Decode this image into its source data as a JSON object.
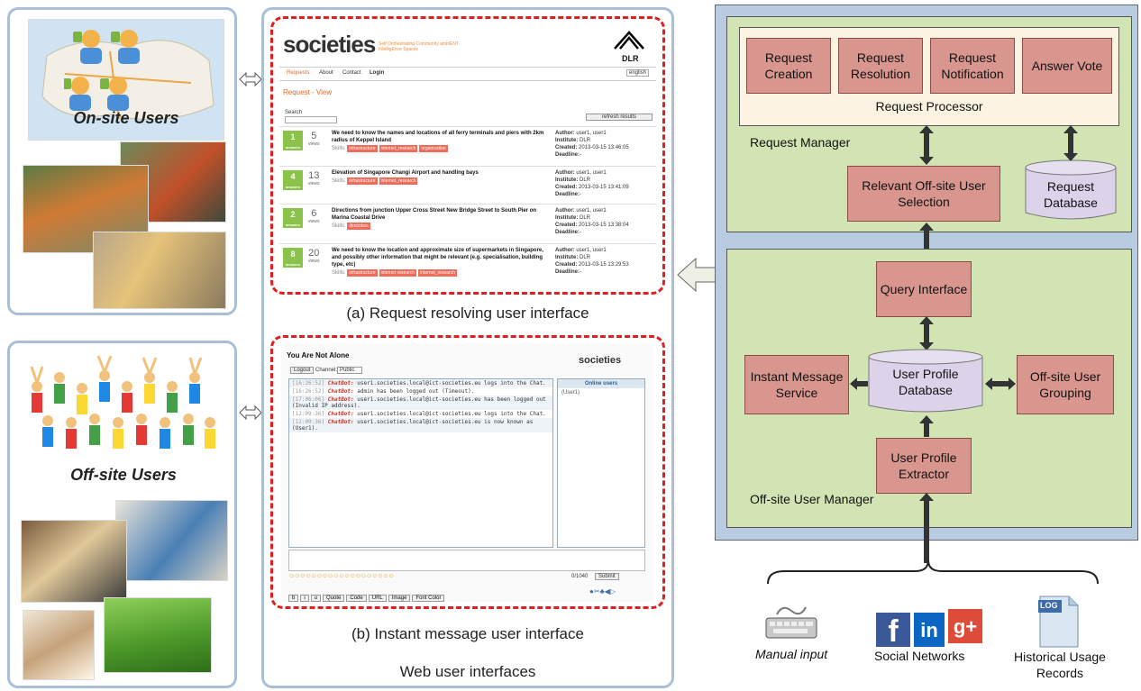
{
  "left": {
    "onsite_label": "On-site Users",
    "offsite_label": "Off-site Users"
  },
  "middle": {
    "caption_a": "(a) Request resolving user interface",
    "caption_b": "(b) Instant message user interface",
    "caption_group": "Web user interfaces",
    "request_ui": {
      "logo": "societies",
      "logo_sub": "Self Orchestrating Community ambiENT IntelligEnce Spaces",
      "dlr": "DLR",
      "nav": [
        "Requests",
        "About",
        "Contact",
        "Login"
      ],
      "lang": "english",
      "view_title": "Request - View",
      "search_label": "Search",
      "refresh_label": "refresh results",
      "rows": [
        {
          "answers": "1",
          "views": "5",
          "title": "We need to know the names and locations of all ferry terminals and piers with 2km radius of Keppel Island",
          "tags": [
            "infrastructure",
            "internet_research",
            "organisation"
          ],
          "author": "user1, user1",
          "institute": "DLR",
          "created": "2013-03-15 13:46:05",
          "deadline": "-"
        },
        {
          "answers": "4",
          "views": "13",
          "title": "Elevation of Singapore Changi Airport and handling bays",
          "tags": [
            "infrastructure",
            "internet_research"
          ],
          "author": "user1, user1",
          "institute": "DLR",
          "created": "2013-03-15 13:41:09",
          "deadline": "-"
        },
        {
          "answers": "2",
          "views": "6",
          "title": "Directions from junction Upper Cross Street New Bridge Street to South Pier on Marina Coastal Drive",
          "tags": [
            "directions"
          ],
          "author": "user1, user1",
          "institute": "DLR",
          "created": "2013-03-15 13:38:04",
          "deadline": "-"
        },
        {
          "answers": "8",
          "views": "20",
          "title": "We need to know the location and approximate size of supermarkets in Singapore, and possibly other information that might be relevant (e.g. specialisation, building type, etc)",
          "tags": [
            "infrastructure",
            "internet research",
            "internet_research"
          ],
          "author": "user1, user1",
          "institute": "DLR",
          "created": "2013-03-15 13:29:53",
          "deadline": "-"
        }
      ],
      "answers_word": "answers",
      "views_word": "views",
      "skills_word": "Skills:",
      "author_word": "Author:",
      "institute_word": "Institute:",
      "created_word": "Created:",
      "deadline_word": "Deadline:"
    },
    "chat_ui": {
      "title": "You Are Not Alone",
      "logo": "societies",
      "logout": "Logout",
      "channel_label": "Channel:",
      "channel_value": "Public",
      "lines": [
        {
          "time": "[16:26:52]",
          "bot": "ChatBot:",
          "text": "user1.societies.local@ict-societies.eu logs into the Chat."
        },
        {
          "time": "[16:26:52]",
          "bot": "ChatBot:",
          "text": "admin has been logged out (Timeout)."
        },
        {
          "time": "[17:06:06]",
          "bot": "ChatBot:",
          "text": "user1.societies.local@ict-societies.eu has been logged out (Invalid IP address)."
        },
        {
          "time": "[12:09:36]",
          "bot": "ChatBot:",
          "text": "user1.societies.local@ict-societies.eu logs into the Chat."
        },
        {
          "time": "[12:09:36]",
          "bot": "ChatBot:",
          "text": "user1.societies.local@ict-societies.eu is now known as (User1)."
        }
      ],
      "online_title": "Online users",
      "online_user": "(User1)",
      "counter": "0/1040",
      "submit": "Submit",
      "buttons": [
        "b",
        "i",
        "u",
        "Quote",
        "Code",
        "URL",
        "Image",
        "Font Color"
      ]
    }
  },
  "right": {
    "request_manager_label": "Request Manager",
    "request_processor_label": "Request Processor",
    "boxes": {
      "request_creation": "Request Creation",
      "request_resolution": "Request Resolution",
      "request_notification": "Request Notification",
      "answer_vote": "Answer Vote",
      "relevant_selection": "Relevant Off-site User Selection",
      "request_database": "Request Database",
      "query_interface": "Query Interface",
      "instant_message": "Instant Message Service",
      "user_profile_db": "User Profile Database",
      "offsite_grouping": "Off-site User Grouping",
      "profile_extractor": "User Profile Extractor"
    },
    "offsite_manager_label": "Off-site User Manager"
  },
  "sources": {
    "manual_input": "Manual input",
    "social_networks": "Social Networks",
    "historical": "Historical Usage Records",
    "log_label": "LOG"
  },
  "colors": {
    "panel_border": "#a9bfd6",
    "dashed": "#e02020",
    "outer_blue": "#b8cbe0",
    "green": "#d3e4b4",
    "pink_box": "#d9968f",
    "cream": "#fdf3e3",
    "db_purple": "#dcd3ea"
  }
}
